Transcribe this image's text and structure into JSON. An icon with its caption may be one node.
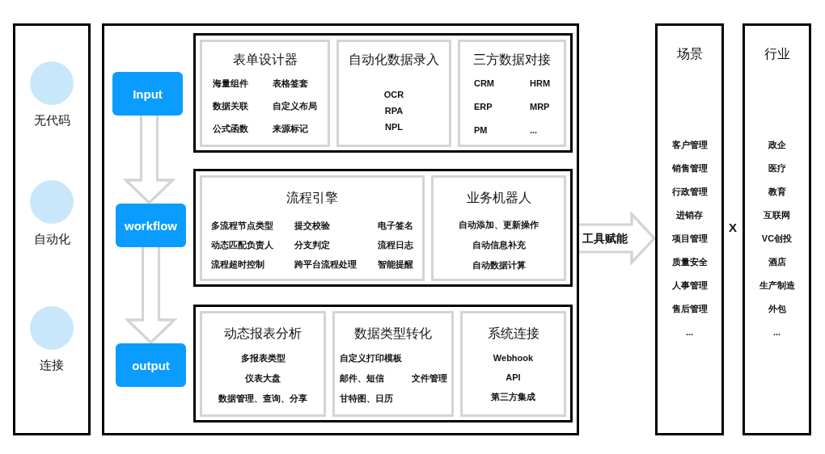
{
  "diagram": {
    "nodes": [
      {
        "text": [],
        "shape": "box"
      },
      {
        "text": [
          "无代码"
        ],
        "in": 0
      },
      {
        "text": [
          "自动化"
        ],
        "in": 0
      },
      {
        "text": [
          "连接"
        ],
        "in": 0
      },
      {
        "text": [],
        "shape": "box"
      },
      {
        "text": [
          "Input"
        ],
        "in": 4
      },
      {
        "text": [
          "workflow"
        ],
        "in": 4
      },
      {
        "text": [
          "output"
        ],
        "in": 4
      },
      {
        "text": [],
        "shape": "box",
        "in": 4
      },
      {
        "text": [
          "表单设计器",
          "海量组件",
          "表格签套",
          "数据关联",
          "自定义布局",
          "公式函数",
          "来源标记"
        ],
        "in": 8
      },
      {
        "text": [
          "自动化数据录入",
          "OCR",
          "RPA",
          "NPL"
        ],
        "in": 8
      },
      {
        "text": [
          "三方数据对接",
          "CRM",
          "HRM",
          "ERP",
          "MRP",
          "PM",
          "..."
        ],
        "in": 8
      },
      {
        "text": [],
        "shape": "box",
        "in": 4
      },
      {
        "text": [
          "流程引擎",
          "多流程节点类型",
          "提交校验",
          "电子签名",
          "动态匹配负责人",
          "分支判定",
          "流程日志",
          "流程超时控制",
          "跨平台流程处理",
          "智能提醒"
        ],
        "in": 12
      },
      {
        "text": [
          "业务机器人",
          "自动添加、更新操作",
          "自动信息补充",
          "自动数据计算"
        ],
        "in": 12
      },
      {
        "text": [],
        "shape": "box",
        "in": 4
      },
      {
        "text": [
          "动态报表分析",
          "多报表类型",
          "仪表大盘",
          "数据管理、查询、分享"
        ],
        "in": 15
      },
      {
        "text": [
          "数据类型转化",
          "自定义打印模板",
          "邮件、短信",
          "文件管理",
          "甘特图、日历"
        ],
        "in": 15
      },
      {
        "text": [
          "系统连接",
          "Webhook",
          "API",
          "第三方集成"
        ],
        "in": 15
      },
      {
        "text": [
          "场景",
          "客户管理",
          "销售管理",
          "行政管理",
          "进销存",
          "项目管理",
          "质量安全",
          "人事管理",
          "售后管理",
          "..."
        ]
      },
      {
        "text": [
          "行业",
          "政企",
          "医疗",
          "教育",
          "互联网",
          "VC创投",
          "酒店",
          "生产制造",
          "外包",
          "..."
        ]
      }
    ],
    "edges": [
      {
        "from": 5,
        "to": 6,
        "arrow": "to"
      },
      {
        "from": 6,
        "to": 7,
        "arrow": "to"
      },
      {
        "from": 4,
        "to": 19,
        "arrow": "to",
        "label": "工具赋能"
      }
    ],
    "labels": [
      "X"
    ]
  }
}
